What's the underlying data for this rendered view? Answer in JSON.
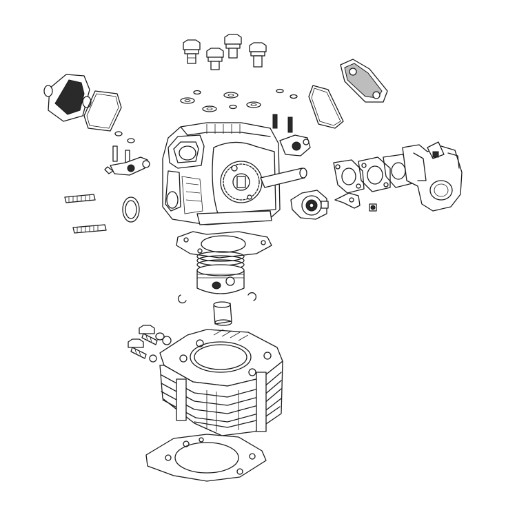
{
  "diagram": {
    "type": "exploded-parts-view",
    "colors": {
      "line": "#1a1a1a",
      "background": "#ffffff",
      "shade": "#2a2a2a"
    },
    "parts": [
      "cylinder-head-bolt",
      "valve-cover-left",
      "valve-cover-gasket-left",
      "valve-cover-right",
      "valve-cover-gasket-right",
      "washer",
      "cylinder-head",
      "cam-sprocket",
      "rocker-arm",
      "rocker-shaft",
      "cam-chain-tensioner",
      "intake-manifold",
      "intake-gasket",
      "exhaust-stud",
      "o-ring",
      "head-gasket",
      "piston",
      "piston-ring",
      "piston-clip",
      "piston-pin",
      "cylinder-bolt",
      "cylinder-block",
      "base-gasket"
    ]
  }
}
